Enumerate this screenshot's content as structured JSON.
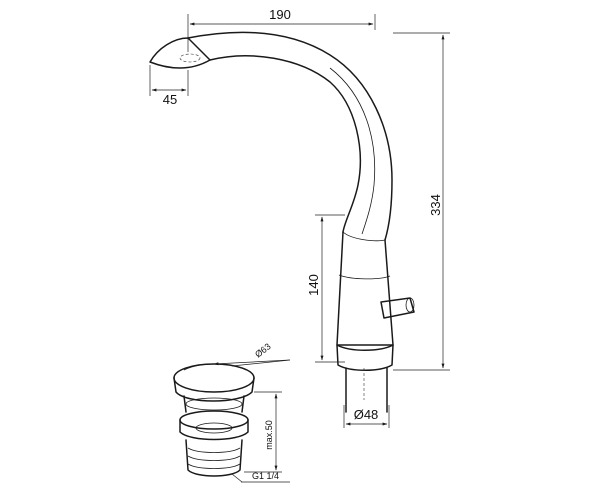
{
  "diagram": {
    "faucet": {
      "spout_reach": "190",
      "overall_height": "334",
      "body_height": "140",
      "base_diameter": "Ø48",
      "outlet_width": "45"
    },
    "drain_plug": {
      "cap_diameter": "Ø63",
      "max_height": "max.50",
      "thread": "G1 1/4"
    }
  }
}
